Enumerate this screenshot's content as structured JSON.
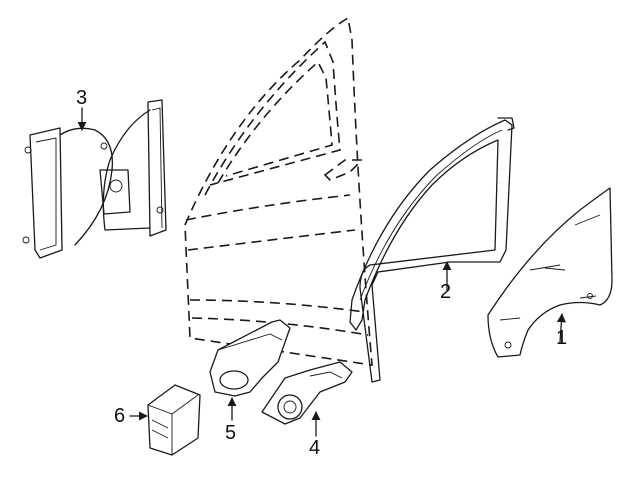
{
  "callouts": {
    "c1": "1",
    "c2": "2",
    "c3": "3",
    "c4": "4",
    "c5": "5",
    "c6": "6"
  },
  "parts": {
    "p1": "door-glass",
    "p2": "glass-run-channel",
    "p3": "window-regulator",
    "p4": "window-motor",
    "p5": "motor-bracket",
    "p6": "control-module"
  },
  "colors": {
    "line": "#1a1a1a",
    "background": "#ffffff"
  }
}
